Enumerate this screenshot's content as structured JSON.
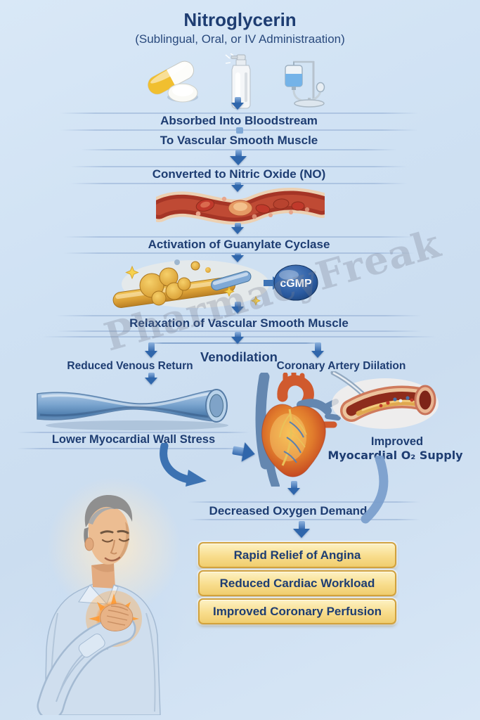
{
  "title": "Nitroglycerin",
  "subtitle": "(Sublingual, Oral, or IV Administraation)",
  "watermark": "PharmacyFreak",
  "icons": {
    "capsule": "capsule-and-tablet-icon",
    "spray": "spray-bottle-icon",
    "iv": "iv-drip-stand-icon"
  },
  "flow": {
    "absorbed": "Absorbed Into Bloodstream",
    "to_muscle": "To Vascular Smooth Muscle",
    "converted": "Converted to Nitric Oxide (NO)",
    "activation_prefix": "Activation of ",
    "activation_bold": "Guanylate Cyclase",
    "cgmp": "cGMP",
    "relaxation": "Relaxation of Vascular Smooth Muscle",
    "venodilation": "Venodilation",
    "reduced_venous_return": "Reduced Venous Return",
    "coronary_artery_prefix": "Coronary Artery ",
    "coronary_artery_bold": "Diilation",
    "lower_wall_stress": "Lower Myocardial Wall Stress",
    "improved_line1": "Improved",
    "improved_line2": "Myocardial O₂ Supply",
    "decreased_oxygen_demand": "Decreased Oxygen Demand"
  },
  "outcomes": [
    "Rapid Relief of Angina",
    "Reduced Cardiac Workload",
    "Improved Coronary Perfusion"
  ],
  "colors": {
    "background": "#cfe1f3",
    "text_navy": "#1e3d72",
    "arrow_blue": "#2f66ab",
    "cgmp_fill": "#1b4687",
    "outcome_fill": "#f8dd8d",
    "outcome_border": "#d2a23c",
    "vessel_red": "#a53526",
    "vein_blue": "#7ca6d0",
    "heart_orange": "#e07a2c",
    "glow_orange": "#ff9c35"
  }
}
